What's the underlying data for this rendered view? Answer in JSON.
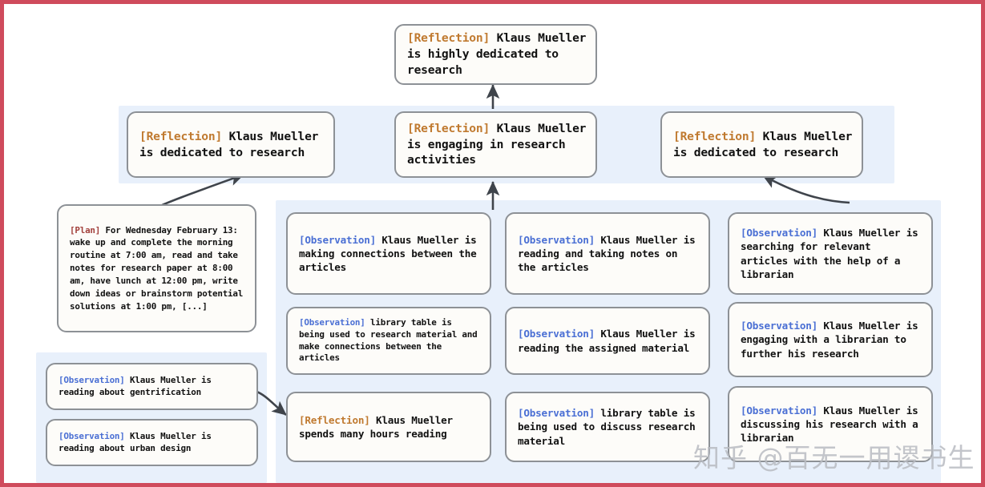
{
  "frame": {
    "border_color": "#cf4b5c",
    "background": "#ffffff"
  },
  "palette": {
    "band_blue": "#e8f0fb",
    "node_fill": "#fdfcf9",
    "node_border": "#8d9196",
    "tag_reflection": "#c07a30",
    "tag_plan": "#a2403c",
    "tag_observation": "#4a6fd4",
    "arrow": "#3f444b"
  },
  "watermark": {
    "text": "知乎 @百无一用谡书生"
  },
  "nodes": {
    "top_reflection": {
      "tag": "[Reflection]",
      "tag_type": "reflection",
      "text": " Klaus Mueller is highly dedicated to research"
    },
    "mid_left_reflection": {
      "tag": "[Reflection]",
      "tag_type": "reflection",
      "text": " Klaus Mueller is dedicated to research"
    },
    "mid_center_reflection": {
      "tag": "[Reflection]",
      "tag_type": "reflection",
      "text": " Klaus Mueller is engaging in research activities"
    },
    "mid_right_reflection": {
      "tag": "[Reflection]",
      "tag_type": "reflection",
      "text": " Klaus Mueller is dedicated to research"
    },
    "plan": {
      "tag": "[Plan]",
      "tag_type": "plan",
      "text": " For Wednesday February 13: wake up and complete the morning routine at 7:00 am, read and take notes for research paper at 8:00 am, have lunch at 12:00 pm, write down ideas or brainstorm potential solutions at 1:00 pm, [...]"
    },
    "left_obs_gentrification": {
      "tag": "[Observation]",
      "tag_type": "observation",
      "text": " Klaus Mueller is reading about gentrification"
    },
    "left_obs_urban_design": {
      "tag": "[Observation]",
      "tag_type": "observation",
      "text": " Klaus Mueller is reading about urban design"
    },
    "col2_obs_connections": {
      "tag": "[Observation]",
      "tag_type": "observation",
      "text": " Klaus Mueller is making connections between the articles"
    },
    "col2_obs_library_table": {
      "tag": "[Observation]",
      "tag_type": "observation",
      "text": " library table is being used to research material and make connections between the articles"
    },
    "col2_reflection_hours": {
      "tag": "[Reflection]",
      "tag_type": "reflection",
      "text": " Klaus Mueller spends many hours reading"
    },
    "col3_obs_reading_notes": {
      "tag": "[Observation]",
      "tag_type": "observation",
      "text": " Klaus Mueller is reading and taking notes on the articles"
    },
    "col3_obs_assigned": {
      "tag": "[Observation]",
      "tag_type": "observation",
      "text": " Klaus Mueller is reading the assigned material"
    },
    "col3_obs_discuss_table": {
      "tag": "[Observation]",
      "tag_type": "observation",
      "text": " library table is being used to discuss research material"
    },
    "col4_obs_searching": {
      "tag": "[Observation]",
      "tag_type": "observation",
      "text": " Klaus Mueller is searching for relevant articles with the help of a librarian"
    },
    "col4_obs_engaging": {
      "tag": "[Observation]",
      "tag_type": "observation",
      "text": " Klaus Mueller is engaging with a librarian to further his research"
    },
    "col4_obs_discussing": {
      "tag": "[Observation]",
      "tag_type": "observation",
      "text": " Klaus Mueller is discussing his research with a librarian"
    }
  }
}
